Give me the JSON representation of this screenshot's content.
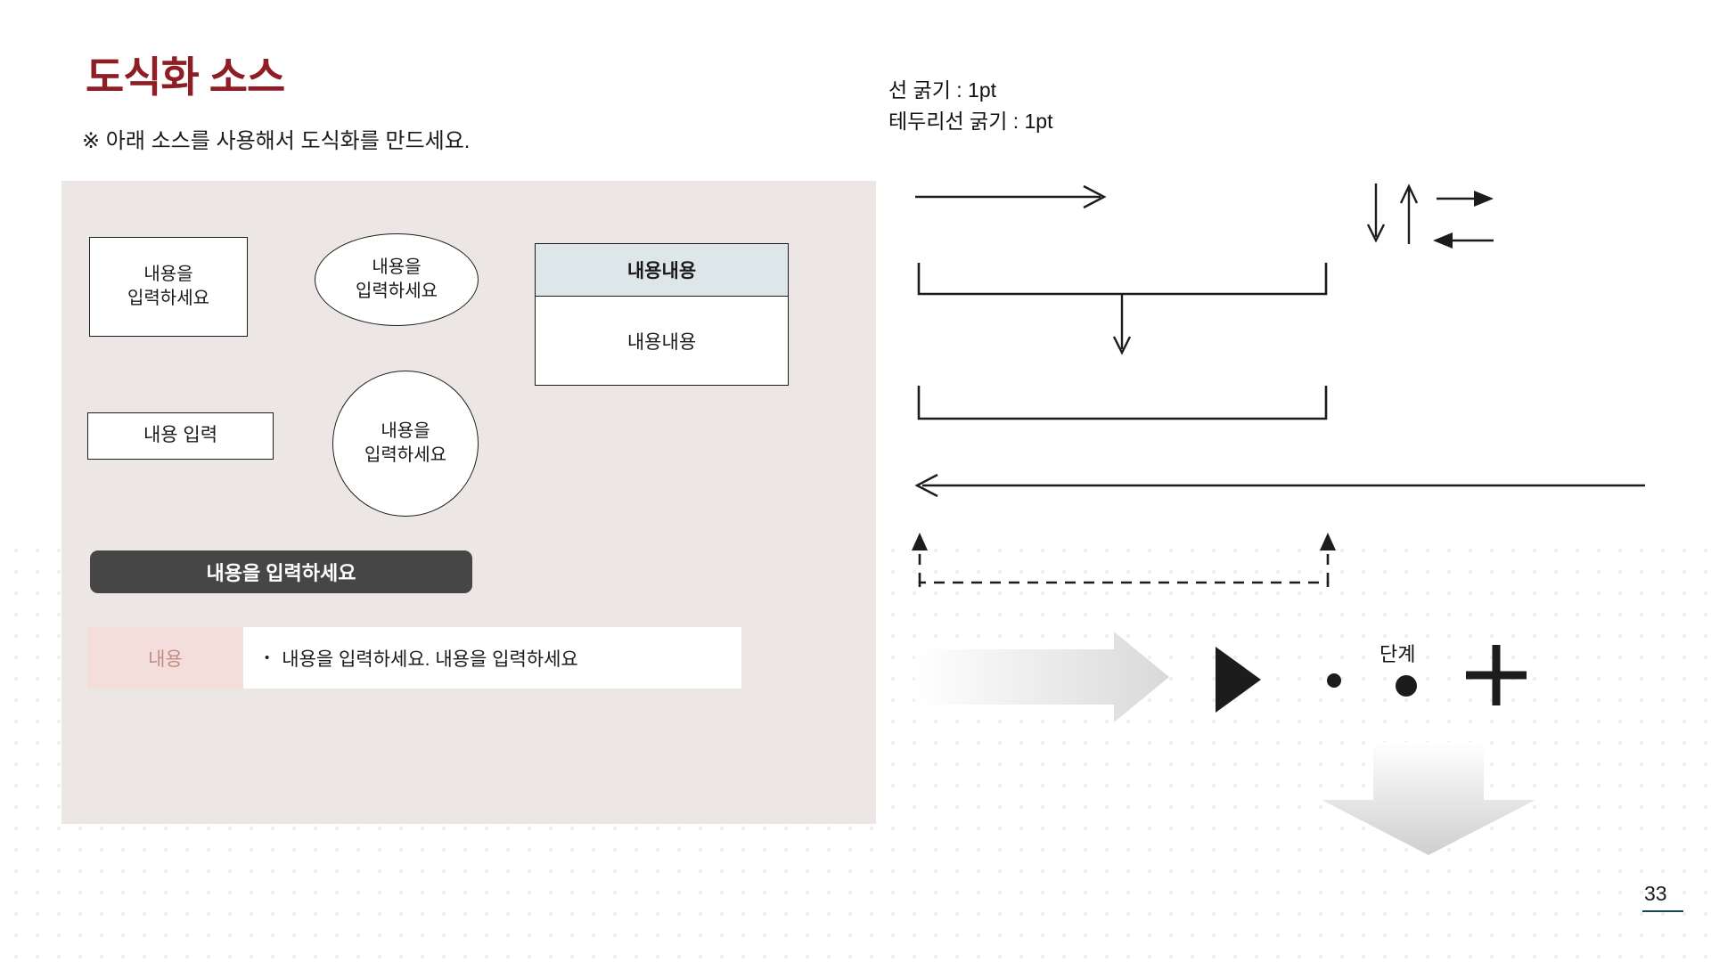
{
  "header": {
    "title": "도식화 소스",
    "subtitle": "※ 아래 소스를 사용해서 도식화를 만드세요."
  },
  "notes": {
    "line_weight": "선 굵기 : 1pt",
    "border_weight": "테두리선 굵기 : 1pt",
    "combined": "선 굵기 : 1pt\n테두리선 굵기 : 1pt"
  },
  "source_panel": {
    "rect_multiline": "내용을\n입력하세요",
    "rect_single": "내용 입력",
    "oval_wide": "내용을\n입력하세요",
    "circle": "내용을\n입력하세요",
    "table": {
      "header": "내용내용",
      "body": "내용내용",
      "header_bg": "#dde7e9"
    },
    "dark_button": {
      "label": "내용을 입력하세요",
      "bg": "#464646",
      "text_color": "#ffffff"
    },
    "label_row": {
      "label": "내용",
      "label_bg": "#f3dedb",
      "label_color": "#c58a86",
      "bullet": "•",
      "content": "내용을 입력하세요. 내용을 입력하세요"
    },
    "panel_bg": "#ece7e4"
  },
  "diagram_assets": {
    "arrow_right_open": "arrow-right-open",
    "arrow_down_thin": "arrow-down-thin",
    "arrow_up_thin": "arrow-up-thin",
    "arrow_right_filled": "arrow-right-filled",
    "arrow_left_filled": "arrow-left-filled",
    "bracket_top": "bracket-top",
    "bracket_bottom": "bracket-bottom",
    "arrow_down_connector": "arrow-down-connector",
    "arrow_left_long": "arrow-left-long",
    "dashed_bracket": "dashed-bracket",
    "gradient_arrow_right": "gradient-arrow-right",
    "triangle_play": "triangle-play",
    "dot_small": "dot-small",
    "dot_large": "dot-large",
    "plus": "plus-icon",
    "gradient_arrow_down": "gradient-arrow-down",
    "step_label": "단계"
  },
  "footer": {
    "page_number": "33",
    "rule_color": "#14484a"
  },
  "colors": {
    "title": "#8f1d24",
    "panel": "#ece7e4",
    "table_header": "#dde7e9",
    "button": "#464646",
    "label_pink_bg": "#f3dedb",
    "label_pink_text": "#c58a86",
    "stroke": "#1c1c1c"
  }
}
